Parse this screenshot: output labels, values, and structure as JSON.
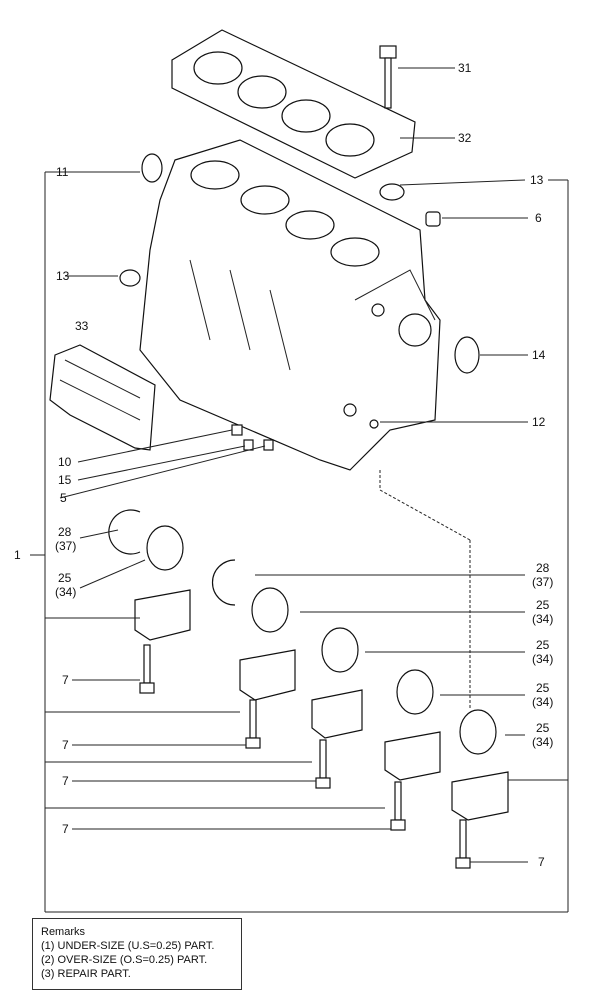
{
  "callouts": {
    "c1": "1",
    "c5": "5",
    "c6": "6",
    "c7": "7",
    "c10": "10",
    "c11": "11",
    "c12": "12",
    "c13": "13",
    "c14": "14",
    "c15": "15",
    "c25": "25",
    "c28": "28",
    "c31": "31",
    "c32": "32",
    "c33": "33",
    "c34p": "(34)",
    "c37p": "(37)"
  },
  "remarks": {
    "title": "Remarks",
    "lines": [
      "(1) UNDER-SIZE (U.S=0.25) PART.",
      "(2) OVER-SIZE (O.S=0.25) PART.",
      "(3) REPAIR PART."
    ]
  }
}
